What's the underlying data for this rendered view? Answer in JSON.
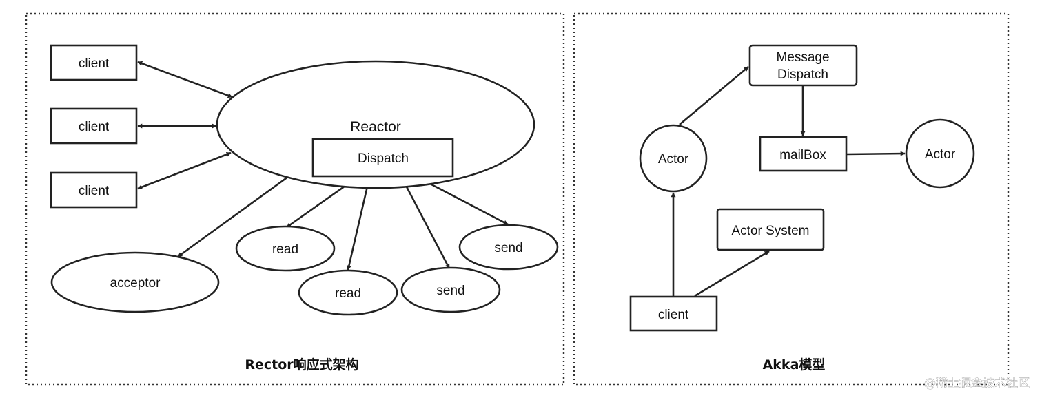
{
  "left_panel": {
    "caption": "Rector响应式架构",
    "reactor_label": "Reactor",
    "dispatch_label": "Dispatch",
    "clients": [
      "client",
      "client",
      "client"
    ],
    "acceptor_label": "acceptor",
    "read_labels": [
      "read",
      "read"
    ],
    "send_labels": [
      "send",
      "send"
    ]
  },
  "right_panel": {
    "caption": "Akka模型",
    "message_dispatch_line1": "Message",
    "message_dispatch_line2": "Dispatch",
    "mailbox_label": "mailBox",
    "actor_left_label": "Actor",
    "actor_right_label": "Actor",
    "actor_system_label": "Actor System",
    "client_label": "client"
  },
  "watermark": "@稀土掘金技术社区"
}
